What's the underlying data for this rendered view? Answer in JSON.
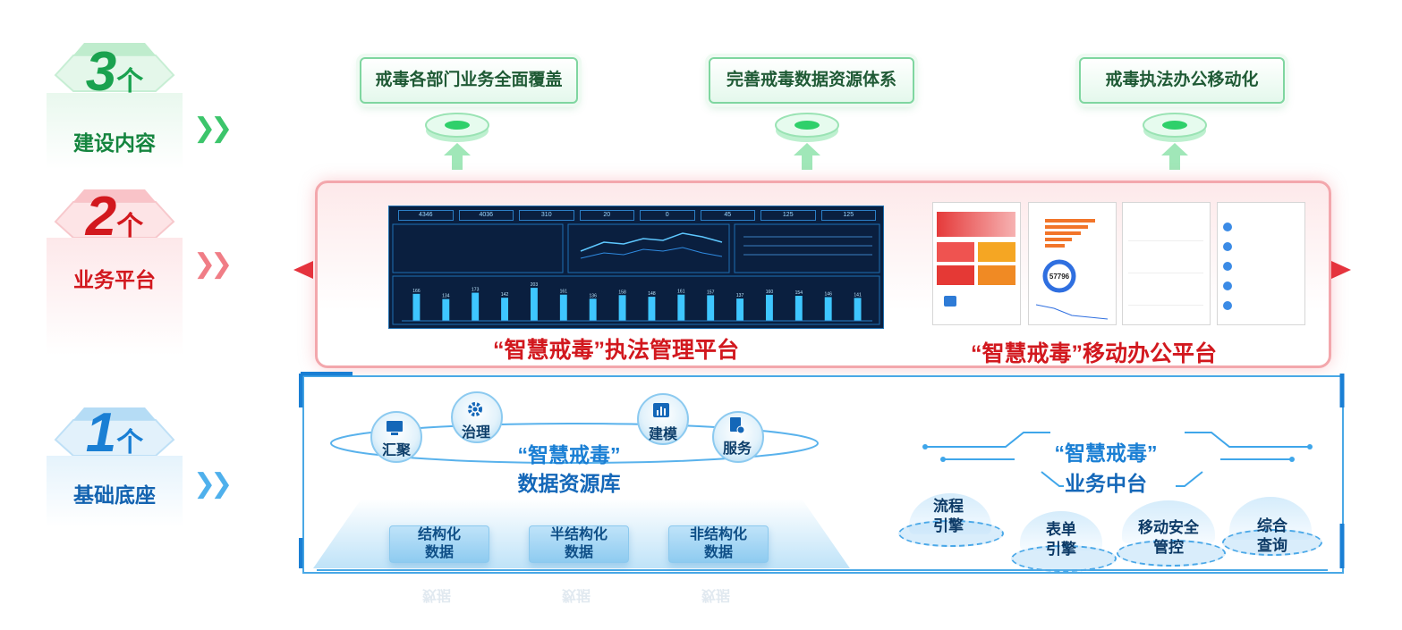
{
  "levels": [
    {
      "num": "3",
      "unit": "个",
      "label": "建设内容",
      "color": "#1aa24f"
    },
    {
      "num": "2",
      "unit": "个",
      "label": "业务平台",
      "color": "#d2181e"
    },
    {
      "num": "1",
      "unit": "个",
      "label": "基础底座",
      "color": "#1a7fd4"
    }
  ],
  "goals": [
    "戒毒各部门业务全面覆盖",
    "完善戒毒数据资源体系",
    "戒毒执法办公移动化"
  ],
  "platforms": {
    "left_title": "“智慧戒毒”执法管理平台",
    "right_title": "“智慧戒毒”移动办公平台"
  },
  "dashboard": {
    "kpis": [
      "4346",
      "4036",
      "310",
      "20",
      "0",
      "45",
      "125",
      "125"
    ],
    "bars": [
      166,
      134,
      173,
      142,
      203,
      161,
      136,
      158,
      148,
      161,
      157,
      137,
      160,
      154,
      146,
      141
    ]
  },
  "phone_total": "57796",
  "database": {
    "title_line1": "“智慧戒毒”",
    "title_line2": "数据资源库",
    "nodes": [
      "汇聚",
      "治理",
      "建模",
      "服务"
    ],
    "cubes": [
      {
        "l1": "结构化",
        "l2": "数据"
      },
      {
        "l1": "半结构化",
        "l2": "数据"
      },
      {
        "l1": "非结构化",
        "l2": "数据"
      }
    ]
  },
  "middle": {
    "title_line1": "“智慧戒毒”",
    "title_line2": "业务中台",
    "engines": [
      {
        "l1": "流程",
        "l2": "引擎"
      },
      {
        "l1": "表单",
        "l2": "引擎"
      },
      {
        "l1": "移动安全",
        "l2": "管控"
      },
      {
        "l1": "综合",
        "l2": "查询"
      }
    ]
  },
  "colors": {
    "green": "#1aa24f",
    "red": "#d2181e",
    "blue": "#1a7fd4"
  }
}
